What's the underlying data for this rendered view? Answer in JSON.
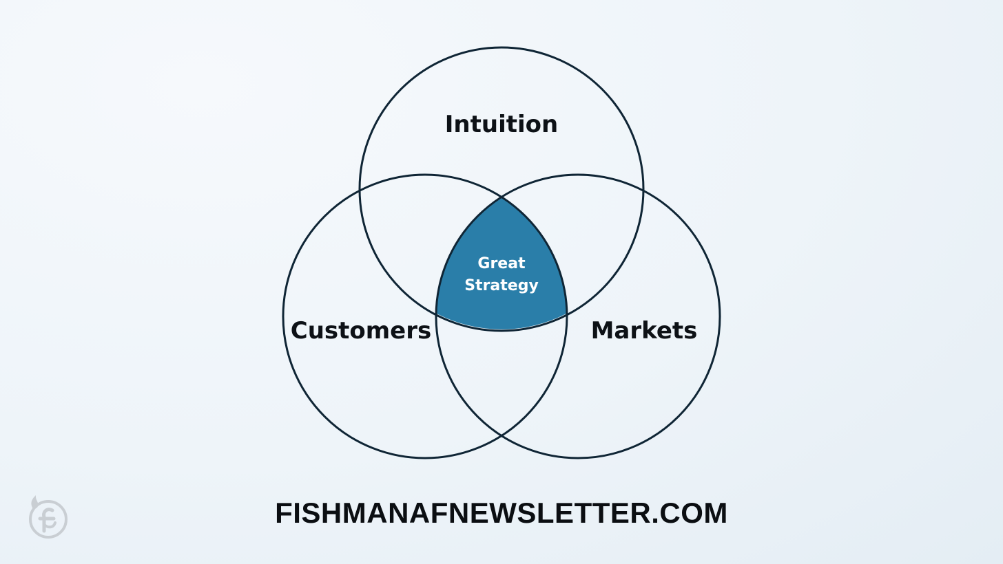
{
  "diagram": {
    "type": "venn",
    "sets": [
      {
        "id": "intuition",
        "label": "Intuition"
      },
      {
        "id": "customers",
        "label": "Customers"
      },
      {
        "id": "markets",
        "label": "Markets"
      }
    ],
    "intersection": {
      "label_line1": "Great",
      "label_line2": "Strategy",
      "fill_color": "#2a7ea9"
    },
    "stroke_color": "#0f2535"
  },
  "footer": {
    "url": "FISHMANAFNEWSLETTER.COM"
  },
  "logo": {
    "icon": "fishmanaf-logo-icon",
    "color": "#c9ced3"
  }
}
